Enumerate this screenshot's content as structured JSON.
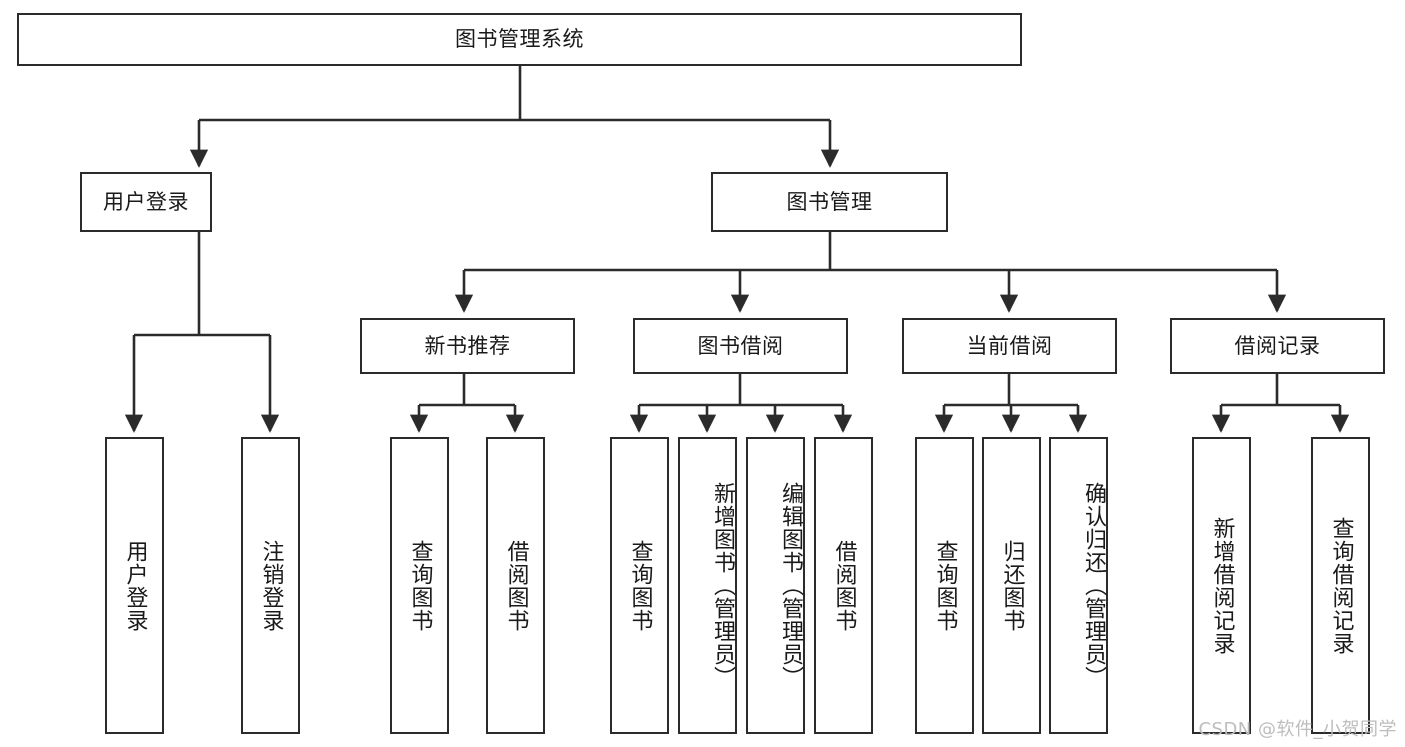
{
  "diagram": {
    "type": "tree",
    "title": "图书管理系统",
    "watermark": "CSDN @软件_小贺同学",
    "colors": {
      "box_border": "#2b2b2b",
      "box_fill": "#ffffff",
      "edge": "#2b2b2b",
      "text": "#1a1a1a",
      "watermark": "#bdbdbd"
    },
    "levels": {
      "root": "图书管理系统",
      "level2": [
        "用户登录",
        "图书管理"
      ],
      "level3": [
        "新书推荐",
        "图书借阅",
        "当前借阅",
        "借阅记录"
      ],
      "leaves": [
        "用户登录",
        "注销登录",
        "查询图书",
        "借阅图书",
        "查询图书",
        "新增图书（管理员）",
        "编辑图书（管理员）",
        "借阅图书",
        "查询图书",
        "归还图书",
        "确认归还（管理员）",
        "新增借阅记录",
        "查询借阅记录"
      ]
    },
    "nodes": {
      "root": {
        "label": "图书管理系统"
      },
      "user_login": {
        "label": "用户登录"
      },
      "book_mgmt": {
        "label": "图书管理"
      },
      "new_book_rec": {
        "label": "新书推荐"
      },
      "book_borrow": {
        "label": "图书借阅"
      },
      "current_borrow": {
        "label": "当前借阅"
      },
      "borrow_record": {
        "label": "借阅记录"
      },
      "leaf_user_login": {
        "label": "用户登录"
      },
      "leaf_logout": {
        "label": "注销登录"
      },
      "leaf_query_book_1": {
        "label": "查询图书"
      },
      "leaf_borrow_book_1": {
        "label": "借阅图书"
      },
      "leaf_query_book_2": {
        "label": "查询图书"
      },
      "leaf_add_book_admin": {
        "label": "新增图书（管理员）"
      },
      "leaf_edit_book_admin": {
        "label": "编辑图书（管理员）"
      },
      "leaf_borrow_book_2": {
        "label": "借阅图书"
      },
      "leaf_query_book_3": {
        "label": "查询图书"
      },
      "leaf_return_book": {
        "label": "归还图书"
      },
      "leaf_confirm_return_admin": {
        "label": "确认归还（管理员）"
      },
      "leaf_add_borrow_record": {
        "label": "新增借阅记录"
      },
      "leaf_query_borrow_record": {
        "label": "查询借阅记录"
      }
    }
  }
}
